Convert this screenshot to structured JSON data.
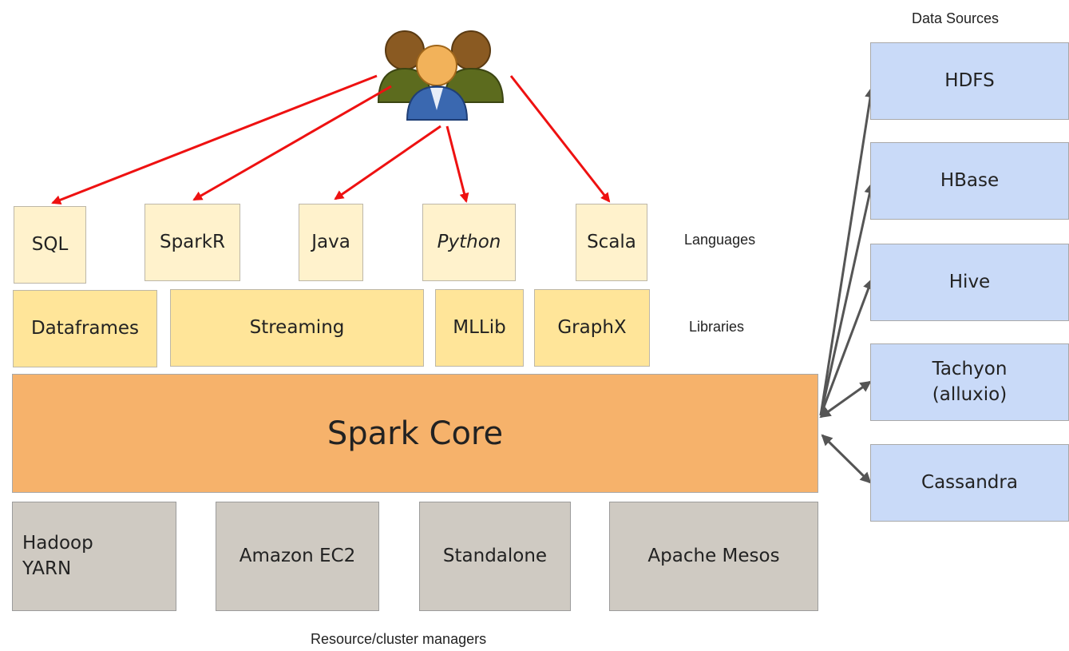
{
  "users_icon": "users-group-icon",
  "languages": {
    "caption": "Languages",
    "items": [
      "SQL",
      "SparkR",
      "Java",
      "Python",
      "Scala"
    ]
  },
  "libraries": {
    "caption": "Libraries",
    "items": [
      "Dataframes",
      "Streaming",
      "MLLib",
      "GraphX"
    ]
  },
  "core": {
    "label": "Spark Core"
  },
  "managers": {
    "caption": "Resource/cluster managers",
    "items": [
      "Hadoop\nYARN",
      "Amazon EC2",
      "Standalone",
      "Apache Mesos"
    ]
  },
  "sources": {
    "caption": "Data Sources",
    "items": [
      "HDFS",
      "HBase",
      "Hive",
      "Tachyon\n(alluxio)",
      "Cassandra"
    ]
  },
  "colors": {
    "languages": "#fff2cc",
    "libraries": "#ffe599",
    "core": "#f6b26b",
    "managers": "#cfcac2",
    "sources": "#c9daf8",
    "user_arrows": "#ee1111",
    "source_arrows": "#555555"
  }
}
